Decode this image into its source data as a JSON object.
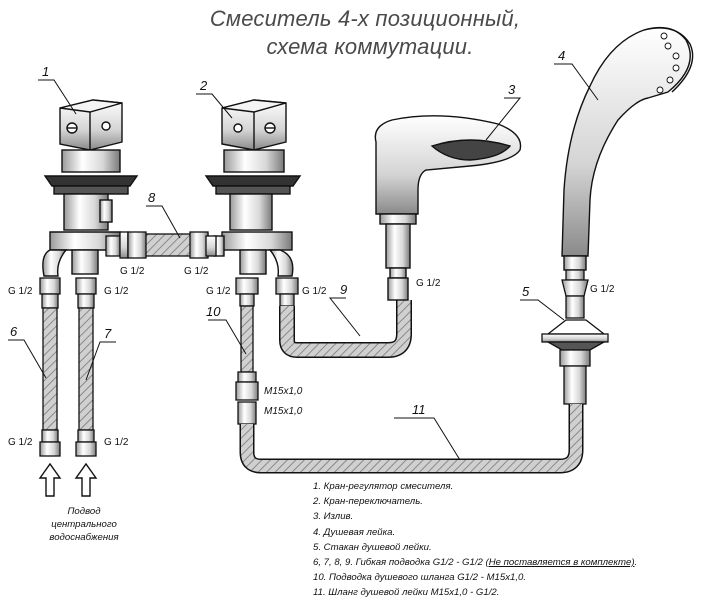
{
  "title": {
    "line1": "Смеситель 4-х позиционный,",
    "line2": "схема коммутации."
  },
  "callouts": {
    "n1": "1",
    "n2": "2",
    "n3": "3",
    "n4": "4",
    "n5": "5",
    "n6": "6",
    "n7": "7",
    "n8": "8",
    "n9": "9",
    "n10": "10",
    "n11": "11"
  },
  "thread_labels": {
    "g12": "G 1/2",
    "m15": "M15x1,0"
  },
  "supply_label": {
    "line1": "Подвод",
    "line2": "центрального",
    "line3": "водоснабжения"
  },
  "legend": {
    "item1": "1. Кран-регулятор смесителя.",
    "item2": "2. Кран-переключатель.",
    "item3": "3. Излив.",
    "item4": "4. Душевая лейка.",
    "item5": "5. Стакан душевой лейки.",
    "item6_text": "6, 7, 8, 9. Гибкая подводка G1/2 - G1/2 ",
    "item6_note": "(Не поставляется в комплекте)",
    "item6_end": ".",
    "item10": "10. Подводка душевого шланга G1/2 - M15x1,0.",
    "item11": "11. Шланг душевой лейки M15x1,0 - G1/2."
  },
  "colors": {
    "line": "#111111",
    "hose_fill": "#bdbdbd",
    "title_gray": "#4a4a4a",
    "metal_dark": "#555555"
  }
}
